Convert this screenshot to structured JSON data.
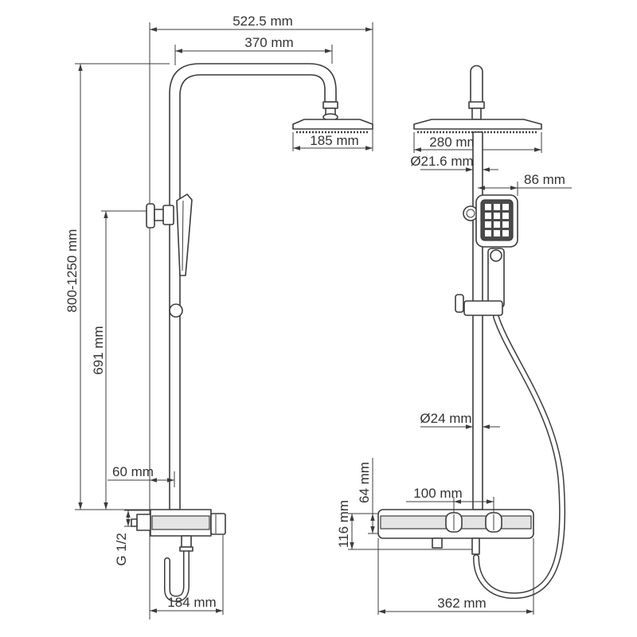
{
  "drawing": {
    "side_view": {
      "dim_overall_width": "522.5 mm",
      "dim_arm_reach": "370 mm",
      "dim_head_profile": "185 mm",
      "dim_height_range": "800-1250 mm",
      "dim_holder_height": "691 mm",
      "dim_wall_offset": "60 mm",
      "dim_inlet_thread": "G 1/2",
      "dim_box_depth": "184 mm"
    },
    "front_view": {
      "dim_head_width": "280 mm",
      "dim_upper_pipe": "Ø21.6 mm",
      "dim_hand_shower_width": "86 mm",
      "dim_lower_pipe": "Ø24 mm",
      "dim_knob_spacing": "100 mm",
      "dim_box_upper": "64 mm",
      "dim_box_height": "116 mm",
      "dim_box_width": "362 mm"
    }
  },
  "colors": {
    "line": "#3c3c3c",
    "text": "#333333",
    "background": "#ffffff",
    "face_dark": "#4a4a4a",
    "band_light": "#e4e4e4"
  }
}
